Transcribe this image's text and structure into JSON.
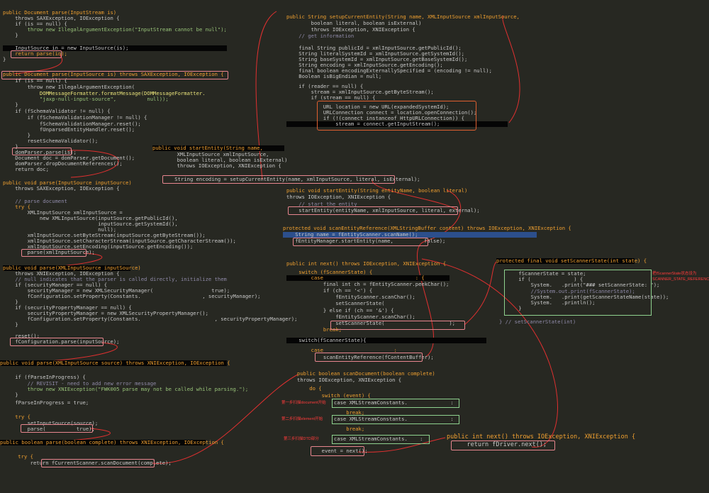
{
  "p1": {
    "l1": "public Document parse(InputStream is)",
    "l2": "    throws SAXException, IOException {",
    "l3": "    if (is == null) {",
    "l4": "        throw new IllegalArgumentException(\"InputStream cannot be null\");",
    "l5": "    }",
    "l6": "    InputSource in = new InputSource(is);",
    "l7": "    return parse(in);",
    "l8": "}"
  },
  "p2": {
    "l1": "public Document parse(InputSource is) throws SAXException, IOException {",
    "l2": "    if (is == null) {",
    "l3": "        throw new IllegalArgumentException(",
    "l4": "            DOMMessageFormatter.formatMessage(DOMMessageFormatter.",
    "l5": "            \"jaxp-null-input-source\",          null));",
    "l6": "    }",
    "l7": "    if (fSchemaValidator != null) {",
    "l8": "        if (fSchemaValidationManager != null) {",
    "l9": "            fSchemaValidationManager.reset();",
    "l10": "            fUnparsedEntityHandler.reset();",
    "l11": "        }",
    "l12": "        resetSchemaValidator();",
    "l13": "    }",
    "l14": "    domParser.parse(is);",
    "l15": "    Document doc = domParser.getDocument();",
    "l16": "    domParser.dropDocumentReferences();",
    "l17": "    return doc;",
    "l18": "}"
  },
  "p3": {
    "l1": "public void parse(InputSource inputSource)",
    "l2": "    throws SAXException, IOException {",
    "l3": "    // parse document",
    "l4": "    try {",
    "l5": "        XMLInputSource xmlInputSource =",
    "l6": "            new XMLInputSource(inputSource.getPublicId(),",
    "l7": "                               inputSource.getSystemId(),",
    "l8": "                               null);",
    "l9": "        xmlInputSource.setByteStream(inputSource.getByteStream());",
    "l10": "        xmlInputSource.setCharacterStream(inputSource.getCharacterStream());",
    "l11": "        xmlInputSource.setEncoding(inputSource.getEncoding());",
    "l12": "        parse(xmlInputSource);"
  },
  "p4": {
    "l1": "public void parse(XMLInputSource inputSource)",
    "l2": "    throws XNIException, IOException {",
    "l3": "    // null indicates that the parser is called directly, initialize them",
    "l4": "    if (securityManager == null) {",
    "l5": "        securityManager = new XMLSecurityManager(                   true);",
    "l6": "        fConfiguration.setProperty(Constants.                    , securityManager);",
    "l7": "    }",
    "l8": "    if (securityPropertyManager == null) {",
    "l9": "        securityPropertyManager = new XMLSecurityPropertyManager();",
    "l10": "        fConfiguration.setProperty(Constants.                        , securityPropertyManager);",
    "l11": "    }",
    "l12": "    reset();",
    "l13": "    fConfiguration.parse(inputSource);"
  },
  "p5": {
    "l1": "public void parse(XMLInputSource source) throws XNIException, IOException {",
    "l2": "    if (fParseInProgress) {",
    "l3": "        // REVISIT - need to add new error message",
    "l4": "        throw new XNIException(\"FWK005 parse may not be called while parsing.\");",
    "l5": "    }",
    "l6": "    fParseInProgress = true;",
    "l7": "    try {",
    "l8": "        setInputSource(source);",
    "l9": "        parse(          true);"
  },
  "p6": {
    "l1": "public boolean parse(boolean complete) throws XNIException, IOException {",
    "l2": "    try {",
    "l3": "        return fCurrentScanner.scanDocument(complete);"
  },
  "p7": {
    "l1": "public String setupCurrentEntity(String name, XMLInputSource xmlInputSource,",
    "l2": "        boolean literal, boolean isExternal)",
    "l3": "        throws IOException, XNIException {",
    "l4": "    // get information",
    "l5": "    final String publicId = xmlInputSource.getPublicId();",
    "l6": "    String literalSystemId = xmlInputSource.getSystemId();",
    "l7": "    String baseSystemId = xmlInputSource.getBaseSystemId();",
    "l8": "    String encoding = xmlInputSource.getEncoding();",
    "l9": "    final boolean encodingExternallySpecified = (encoding != null);",
    "l10": "    Boolean isBigEndian = null;",
    "l11": "    if (reader == null) {",
    "l12": "        stream = xmlInputSource.getByteStream();",
    "l13": "        if (stream == null) {",
    "l14": "            URL location = new URL(expandedSystemId);",
    "l15": "            URLConnection connect = location.openConnection();",
    "l16": "            if (!(connect instanceof HttpURLConnection)) {",
    "l17": "                stream = connect.getInputStream();"
  },
  "p8": {
    "l1": "public void startEntity(String name,",
    "l2": "        XMLInputSource xmlInputSource,",
    "l3": "        boolean literal, boolean isExternal)",
    "l4": "        throws IOException, XNIException {",
    "l5": "    String encoding = setupCurrentEntity(name, xmlInputSource, literal, isExternal);"
  },
  "p9": {
    "l1": "public void startEntity(String entityName, boolean literal)",
    "l2": "throws IOException, XNIException {",
    "l3": "    // start the entity",
    "l4": "    startEntity(entityName, xmlInputSource, literal, external);"
  },
  "p10": {
    "l1": "protected void scanEntityReference(XMLStringBuffer content) throws IOException, XNIException {",
    "l2": "    String name = fEntityScanner.scanName();",
    "l3": "    fEntityManager.startEntity(name,          false);"
  },
  "p11": {
    "l1": "public int next() throws IOException, XNIException {",
    "l2": "    switch (fScannerState) {",
    "l3": "        case                              : {",
    "l4": "            final int ch = fEntityScanner.peekChar();",
    "l5": "            if (ch == '<') {",
    "l6": "                fEntityScanner.scanChar();",
    "l7": "                setScannerState(",
    "l8": "            } else if (ch == '&') {",
    "l9": "                fEntityScanner.scanChar();",
    "l10": "                setScannerState(                     );",
    "l11": "            break;",
    "l12": "    switch(fScannerState){",
    "l13": "        case                       :",
    "l14": "            scanEntityReference(fContentBuffer);"
  },
  "p12": {
    "l1": "protected final void setScannerState(int state) {",
    "l2": "    fScannerState = state;",
    "l3": "    if (              ) {",
    "l4": "        System.   .print(\"### setScannerState: \");",
    "l5": "        //System.out.print(fScannerState);",
    "l6": "        System.   .print(getScannerStateName(state));",
    "l7": "        System.   .println();",
    "l8": "    }",
    "l9": "} // setScannerState(int)"
  },
  "p13": {
    "l1": "public boolean scanDocument(boolean complete)",
    "l2": "throws IOException, XNIException {",
    "l3": "    do {",
    "l4": "        switch (event) {",
    "l5": "            case XMLStreamConstants.              :",
    "l6": "                break;",
    "l7": "            case XMLStreamConstants.              :",
    "l8": "                break;",
    "l9": "            case XMLStreamConstants.    :",
    "l10": "        event = next();"
  },
  "p14": {
    "l1": "public int next() throws IOException, XNIException {",
    "l2": "    return fDriver.next();"
  },
  "notes": {
    "n1": "第一步扫描document开始",
    "n2": "第二步扫描element开始",
    "n3": "第三步扫描DTD部分",
    "n4": "把fScannerState状态设为\nSCANNER_STATE_REFERENCE"
  }
}
